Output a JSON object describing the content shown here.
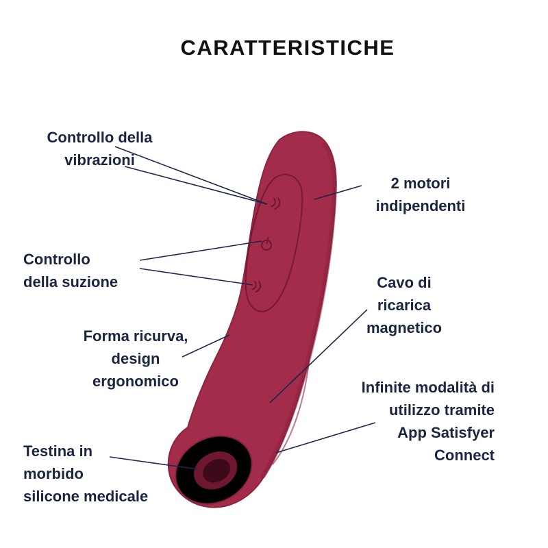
{
  "title": "CARATTERISTICHE",
  "labels": {
    "vibration": "Controllo della\nvibrazioni",
    "suction": "Controllo\ndella suzione",
    "shape": "Forma ricurva,\ndesign\nergonomico",
    "head": "Testina in\nmorbido\nsilicone medicale",
    "motors": "2 motori\nindipendenti",
    "cable": "Cavo di\nricarica\nmagnetico",
    "app": "Infinite modalità di\nutilizzo tramite\nApp Satisfyer\nConnect"
  },
  "icons": {
    "wave_top": "vibration-wave-icon",
    "power": "power-icon",
    "wave_bottom": "suction-wave-icon"
  },
  "colors": {
    "title": "#111111",
    "text": "#1b2440",
    "line": "#1c2749",
    "body": "#a22c4a",
    "body_shade": "#8c2440",
    "panel": "#6d1830",
    "hole": "#3c0a19"
  }
}
